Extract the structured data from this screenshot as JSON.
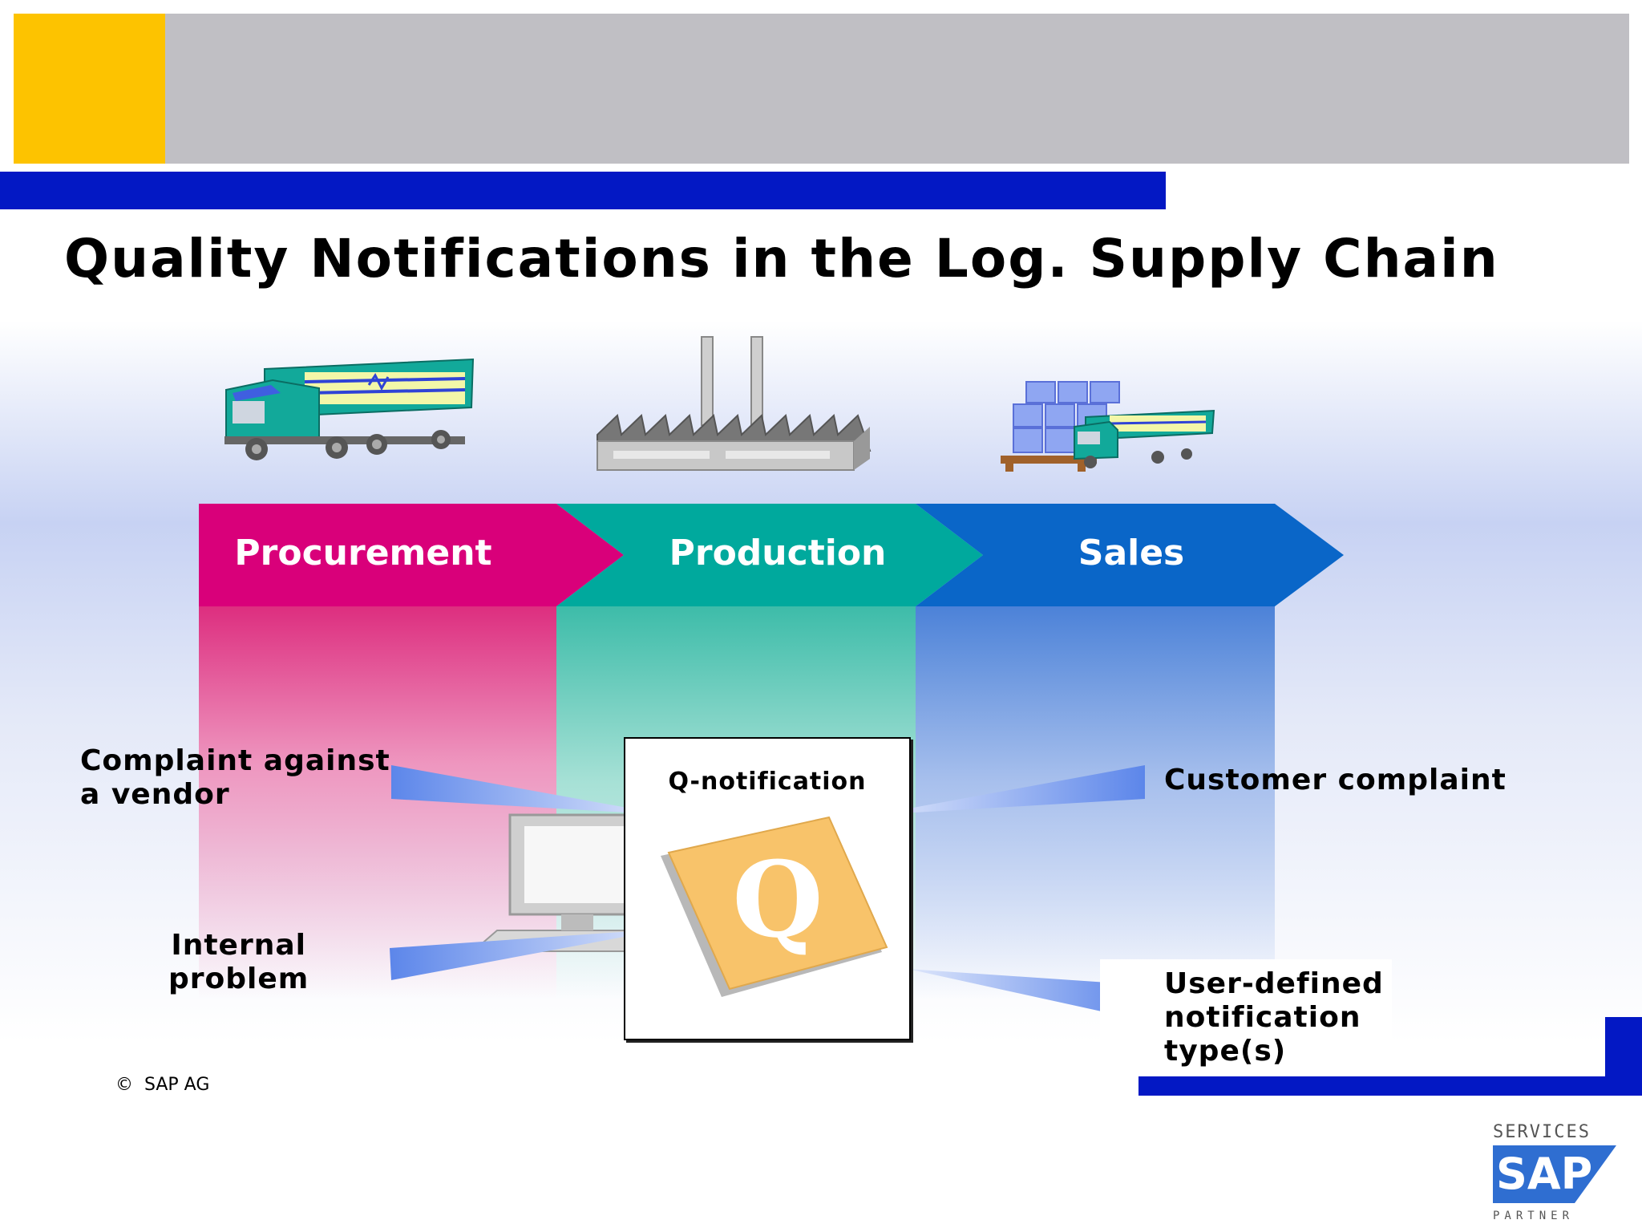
{
  "header": {
    "title": "Quality Notifications in the Log. Supply Chain",
    "colors": {
      "yellow": "#fdc300",
      "gray": "#c0bfc4",
      "blue": "#0318c4"
    }
  },
  "phases": [
    {
      "label": "Procurement",
      "color": "#d9007a",
      "icon": "truck-icon"
    },
    {
      "label": "Production",
      "color": "#00a99d",
      "icon": "factory-icon"
    },
    {
      "label": "Sales",
      "color": "#0a66c8",
      "icon": "warehouse-truck-icon"
    }
  ],
  "qnotification": {
    "label": "Q-notification",
    "icon": "q-book-icon",
    "letter": "Q"
  },
  "sources": {
    "vendor_complaint": [
      "Complaint against",
      "a vendor"
    ],
    "internal_problem": [
      "Internal",
      "problem"
    ],
    "customer_complaint": "Customer complaint",
    "user_defined": [
      "User-defined",
      "notification",
      "type(s)"
    ]
  },
  "footer": {
    "copyright": "SAP AG",
    "logo_top": "SERVICES",
    "logo_main": "SAP",
    "logo_bottom": "PARTNER"
  }
}
